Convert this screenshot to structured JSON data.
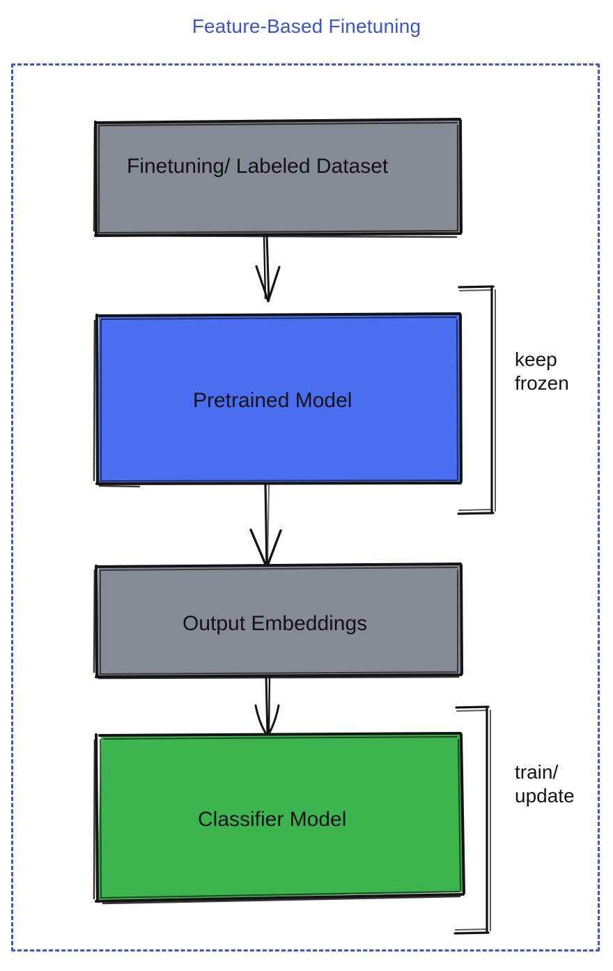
{
  "diagram": {
    "title": "Feature-Based Finetuning",
    "title_color": "#3b56cd",
    "frame": {
      "style": "dashed",
      "color": "#3b56cd"
    },
    "nodes": [
      {
        "id": "finetuning-dataset",
        "label": "Finetuning/ Labeled Dataset",
        "fill": "#848b94",
        "stroke": "#141414",
        "shape": "rectangle"
      },
      {
        "id": "pretrained-model",
        "label": "Pretrained Model",
        "fill": "#4a6ef2",
        "stroke": "#141414",
        "shape": "rectangle"
      },
      {
        "id": "output-embeddings",
        "label": "Output Embeddings",
        "fill": "#848b94",
        "stroke": "#141414",
        "shape": "rectangle"
      },
      {
        "id": "classifier-model",
        "label": "Classifier Model",
        "fill": "#3db54e",
        "stroke": "#141414",
        "shape": "rectangle"
      }
    ],
    "edges": [
      {
        "id": "edge-dataset-to-pretrained",
        "from": "finetuning-dataset",
        "to": "pretrained-model",
        "style": "arrow"
      },
      {
        "id": "edge-pretrained-to-embeddings",
        "from": "pretrained-model",
        "to": "output-embeddings",
        "style": "arrow"
      },
      {
        "id": "edge-embeddings-to-classifier",
        "from": "output-embeddings",
        "to": "classifier-model",
        "style": "arrow"
      }
    ],
    "annotations": [
      {
        "id": "keep-frozen",
        "text": "keep\nfrozen",
        "target": "pretrained-model",
        "bracket": "right"
      },
      {
        "id": "train-update",
        "text": "train/\nupdate",
        "target": "classifier-model",
        "bracket": "right"
      }
    ]
  }
}
